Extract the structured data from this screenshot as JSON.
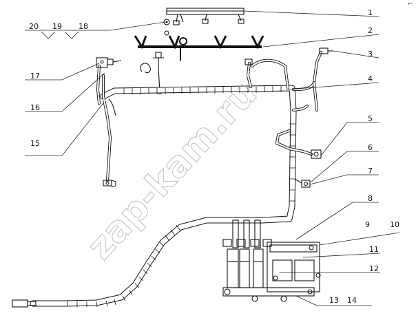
{
  "watermark": "zap-kam.ru",
  "corner_mark": "⌐",
  "callouts": [
    {
      "id": "1",
      "label": "1"
    },
    {
      "id": "2",
      "label": "2"
    },
    {
      "id": "3",
      "label": "3"
    },
    {
      "id": "4",
      "label": "4"
    },
    {
      "id": "5",
      "label": "5"
    },
    {
      "id": "6",
      "label": "6"
    },
    {
      "id": "7",
      "label": "7"
    },
    {
      "id": "8",
      "label": "8"
    },
    {
      "id": "9",
      "label": "9"
    },
    {
      "id": "10",
      "label": "10"
    },
    {
      "id": "11",
      "label": "11"
    },
    {
      "id": "12",
      "label": "12"
    },
    {
      "id": "13",
      "label": "13"
    },
    {
      "id": "14",
      "label": "14"
    },
    {
      "id": "15",
      "label": "15"
    },
    {
      "id": "16",
      "label": "16"
    },
    {
      "id": "17",
      "label": "17"
    },
    {
      "id": "18",
      "label": "18"
    },
    {
      "id": "19",
      "label": "19"
    },
    {
      "id": "20",
      "label": "20"
    }
  ]
}
